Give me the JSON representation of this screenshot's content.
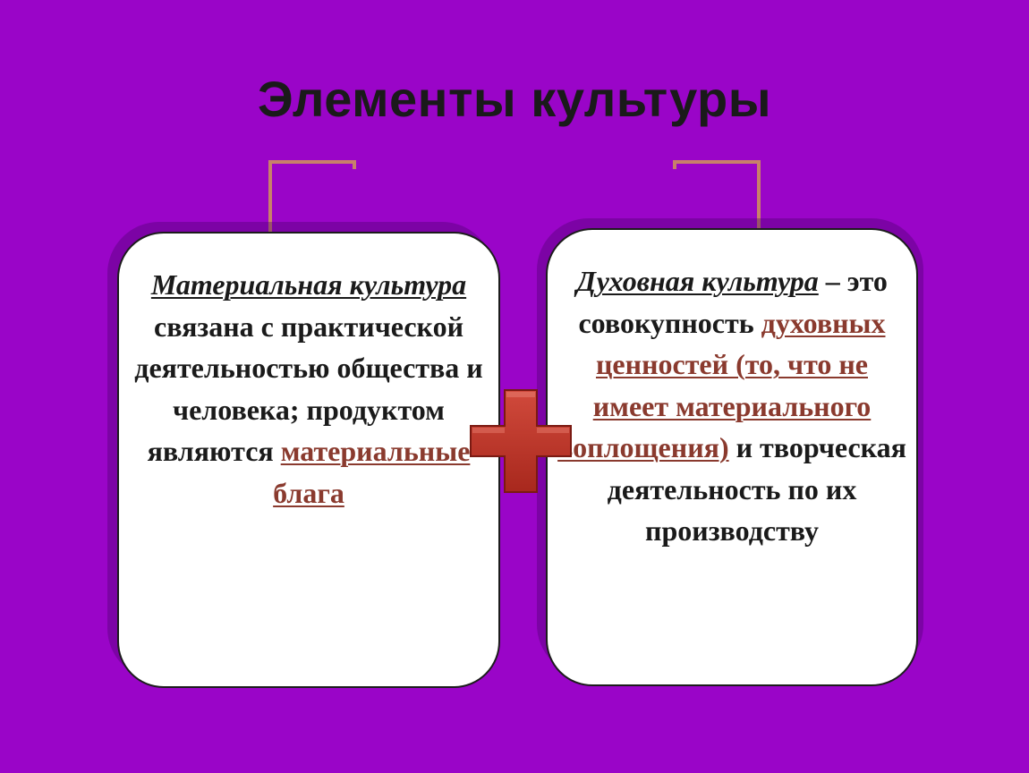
{
  "slide": {
    "title": "Элементы культуры"
  },
  "left_card": {
    "term": "Материальная культура",
    "text": " связана с практической деятельностью общества и человека; продуктом являются ",
    "highlight": "материальные блага"
  },
  "right_card": {
    "term": "Духовная культура",
    "text_before": " – это совокупность ",
    "highlight": "духовных ценностей (то, что не имеет материального воплощения)",
    "text_after": " и творческая деятельность по их производству"
  },
  "icons": {
    "operator": "plus-icon"
  },
  "colors": {
    "background": "#9a05c8",
    "connector": "#c8806a",
    "highlight_text": "#8a3a2e",
    "plus": "#c0392b"
  }
}
